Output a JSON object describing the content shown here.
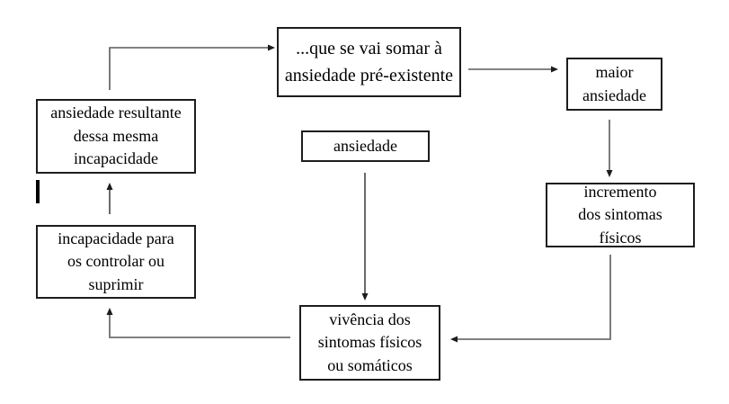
{
  "diagram": {
    "background_color": "#ffffff",
    "box_border_color": "#1d1d1d",
    "text_color": "#000000",
    "connector_color": "#5a5a5a",
    "arrowhead_color": "#1c1c1c",
    "nodes": {
      "somar": {
        "label": "...que se vai somar à\nansiedade pré-existente"
      },
      "maior": {
        "label": "maior\nansiedade"
      },
      "ansiedade": {
        "label": "ansiedade"
      },
      "resultante": {
        "label": "ansiedade resultante\ndessa mesma\nincapacidade"
      },
      "incremento": {
        "label": "incremento\ndos sintomas\nfísicos"
      },
      "incapacidade": {
        "label": "incapacidade para\nos controlar ou\nsuprimir"
      },
      "vivencia": {
        "label": "vivência dos\nsintomas físicos\nou somáticos"
      }
    },
    "edges": [
      {
        "from": "resultante",
        "to": "somar"
      },
      {
        "from": "somar",
        "to": "maior"
      },
      {
        "from": "maior",
        "to": "incremento"
      },
      {
        "from": "incremento",
        "to": "vivencia"
      },
      {
        "from": "ansiedade",
        "to": "vivencia"
      },
      {
        "from": "vivencia",
        "to": "incapacidade"
      },
      {
        "from": "incapacidade",
        "to": "resultante"
      }
    ]
  }
}
